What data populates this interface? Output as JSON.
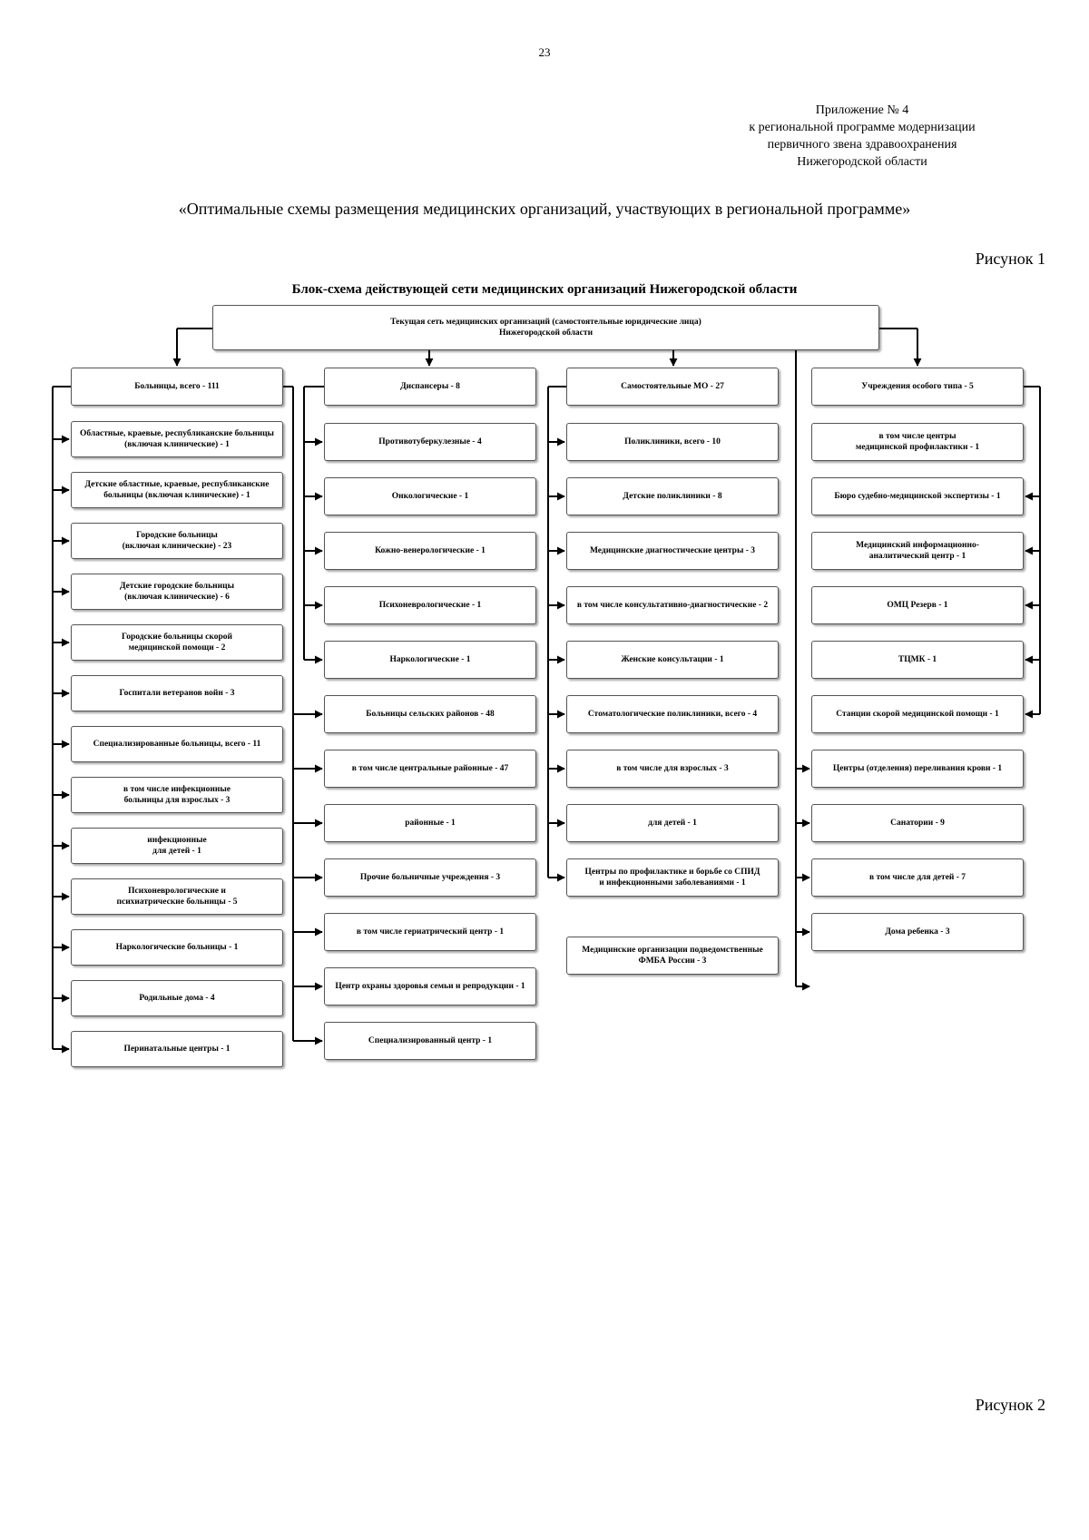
{
  "page_number": "23",
  "appendix": {
    "lines": [
      "Приложение № 4",
      "к региональной программе модернизации",
      "первичного звена здравоохранения",
      "Нижегородской области"
    ]
  },
  "document_title": "«Оптимальные схемы размещения медицинских организаций, участвующих в региональной программе»",
  "figure_1_label": "Рисунок 1",
  "figure_2_label": "Рисунок 2",
  "chart_title": "Блок-схема действующей сети медицинских организаций Нижегородской области",
  "root": "Текущая сеть медицинских организаций (самостоятельные юридические лица)\nНижегородской области",
  "columns": [
    {
      "header": "Больницы, всего - 111",
      "items": [
        "Областные, краевые, республиканские больницы\n(включая клинические) - 1",
        "Детские областные, краевые, республиканские\nбольницы (включая клинические) - 1",
        "Городские больницы\n(включая клинические) - 23",
        "Детские городские больницы\n(включая клинические) - 6",
        "Городские больницы скорой\nмедицинской помощи - 2",
        "Госпитали ветеранов войн - 3",
        "Специализированные больницы, всего - 11",
        "в том числе инфекционные\nбольницы для взрослых - 3",
        "инфекционные\nдля детей - 1",
        "Психоневрологические и\nпсихиатрические больницы - 5",
        "Наркологические больницы - 1",
        "Родильные дома - 4",
        "Перинатальные центры - 1"
      ]
    },
    {
      "header": "Диспансеры - 8",
      "items": [
        "Противотуберкулезные - 4",
        "Онкологические - 1",
        "Кожно-венерологические - 1",
        "Психоневрологические - 1",
        "Наркологические - 1",
        "Больницы сельских районов - 48",
        "в том числе центральные районные - 47",
        "районные - 1",
        "Прочие больничные учреждения - 3",
        "в том числе гериатрический центр - 1",
        "Центр охраны здоровья семьи и репродукции - 1",
        "Специализированный центр - 1"
      ]
    },
    {
      "header": "Самостоятельные МО - 27",
      "items": [
        "Поликлиники, всего - 10",
        "Детские поликлиники - 8",
        "Медицинские диагностические центры - 3",
        "в том числе консультативно-диагностические - 2",
        "Женские консультации - 1",
        "Стоматологические поликлиники, всего - 4",
        "в том числе для взрослых - 3",
        "для детей - 1",
        "Центры по профилактике и борьбе со СПИД\nи инфекционными заболеваниями - 1",
        "Медицинские организации подведомственные\nФМБА России - 3"
      ]
    },
    {
      "header": "Учреждения особого типа - 5",
      "items": [
        "в том числе центры\nмедицинской профилактики  - 1",
        "Бюро судебно-медицинской экспертизы - 1",
        "Медицинский информационно-\nаналитический центр - 1",
        "ОМЦ Резерв - 1",
        "ТЦМК - 1",
        "Станции скорой медицинской помощи - 1",
        "Центры (отделения) переливания крови - 1",
        "Санатории - 9",
        "в том числе для детей - 7",
        "Дома ребенка - 3"
      ]
    }
  ]
}
